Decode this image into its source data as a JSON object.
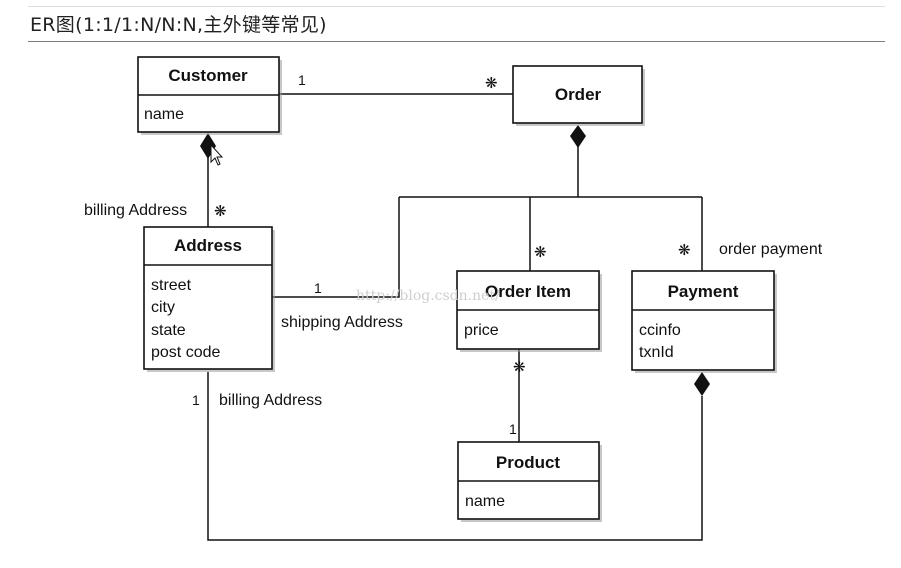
{
  "title": "ER图(1:1/1:N/N:N,主外键等常见)",
  "watermark": "http://blog.csdn.net/",
  "entities": {
    "customer": {
      "name": "Customer",
      "attributes": [
        "name"
      ]
    },
    "order": {
      "name": "Order",
      "attributes": []
    },
    "address": {
      "name": "Address",
      "attributes": [
        "street",
        "city",
        "state",
        "post code"
      ]
    },
    "order_item": {
      "name": "Order Item",
      "attributes": [
        "price"
      ]
    },
    "payment": {
      "name": "Payment",
      "attributes": [
        "ccinfo",
        "txnId"
      ]
    },
    "product": {
      "name": "Product",
      "attributes": [
        "name"
      ]
    }
  },
  "relationships": {
    "customer_order": {
      "from_mult": "1",
      "to_mult": "❋"
    },
    "customer_address": {
      "label": "billing Address",
      "to_mult": "❋"
    },
    "address_shipping": {
      "label": "shipping Address",
      "mult": "1"
    },
    "order_orderitem": {
      "mult": "❋"
    },
    "order_payment": {
      "label": "order payment",
      "mult": "❋"
    },
    "orderitem_product": {
      "from_mult": "❋",
      "to_mult": "1"
    },
    "address_payment": {
      "label": "billing Address",
      "mult": "1"
    }
  }
}
